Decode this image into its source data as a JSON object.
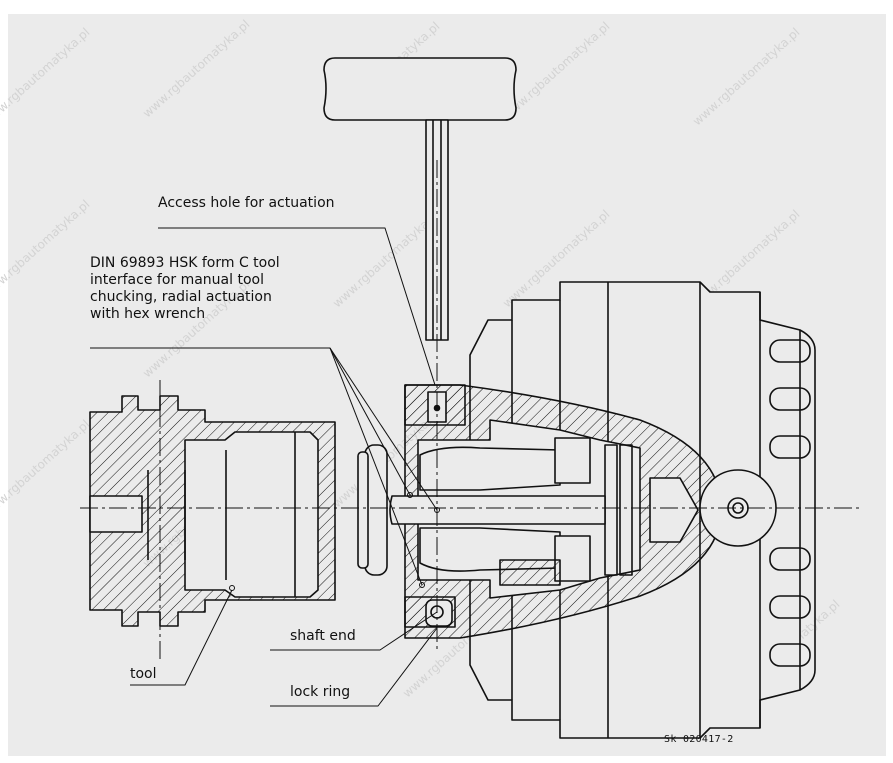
{
  "labels": {
    "access_hole": "Access hole for actuation",
    "din_interface": "DIN 69893 HSK form C tool\ninterface for manual tool\nchucking, radial actuation\nwith hex wrench",
    "shaft_end": "shaft end",
    "lock_ring": "lock ring",
    "tool": "tool"
  },
  "reference": "Sk 020417-2",
  "watermark": "www.rgbautomatyka.pl",
  "colors": {
    "background": "#ebebeb",
    "line": "#111111",
    "watermark": "#d3d3d3"
  }
}
